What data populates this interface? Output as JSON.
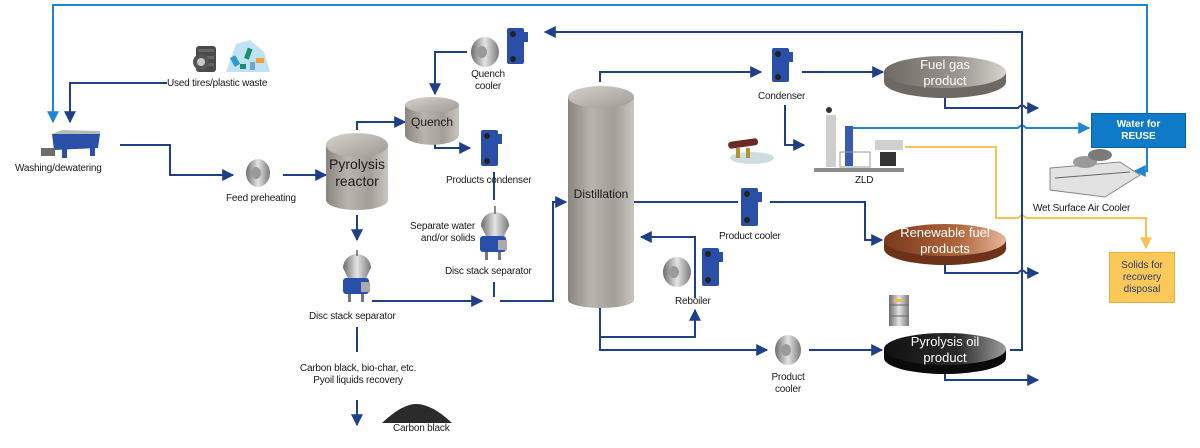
{
  "diagram": {
    "title": "Pyrolysis process flow",
    "colors": {
      "process_line": "#1f3f8a",
      "water_line": "#1f86d6",
      "solids_line": "#f5c454",
      "water_box": "#0f7ac8",
      "solids_box": "#fcc85a",
      "vessel": "#a8a39d",
      "fuel_gas_disk": "#8b8680",
      "renewable_disk": "#a35a33",
      "pyrolysis_oil_disk": "#1c1c1c",
      "equipment_blue": "#2a4fa8"
    },
    "nodes": {
      "feedstock": "Used tires/plastic waste",
      "washing": "Washing/dewatering",
      "feed_preheating": "Feed preheating",
      "pyrolysis_reactor": [
        "Pyrolysis",
        "reactor"
      ],
      "quench": "Quench",
      "quench_cooler": [
        "Quench",
        "cooler"
      ],
      "products_condenser": "Products condenser",
      "separate_water": [
        "Separate water",
        "and/or solids"
      ],
      "disc_stack_separator_2": "Disc stack separator",
      "disc_stack_separator_1": "Disc stack separator",
      "carbon_recovery": [
        "Carbon black, bio-char, etc.",
        "Pyoil liquids recovery"
      ],
      "carbon_black": "Carbon black",
      "distillation": "Distillation",
      "condenser": "Condenser",
      "product_cooler_1": "Product cooler",
      "reboiler": "Reboiler",
      "product_cooler_2": [
        "Product",
        "cooler"
      ],
      "zld": "ZLD",
      "fuel_gas": [
        "Fuel gas",
        "product"
      ],
      "renewable_fuel": [
        "Renewable fuel",
        "products"
      ],
      "pyrolysis_oil": [
        "Pyrolysis oil",
        "product"
      ],
      "water_reuse": [
        "Water for",
        "REUSE"
      ],
      "wet_surface_air_cooler": "Wet Surface Air Cooler",
      "solids": [
        "Solids for",
        "recovery",
        "disposal"
      ]
    },
    "icons": {
      "tires": "tire-stack-icon",
      "plastic": "plastic-waste-icon",
      "decanter": "decanter-centrifuge-icon",
      "spiral_hx": "spiral-heat-exchanger-icon",
      "plate_hx": "plate-heat-exchanger-icon",
      "separator": "disc-stack-separator-icon",
      "carbon_pile": "carbon-black-pile-icon",
      "spill": "oil-spill-pipes-icon",
      "zld_unit": "zld-unit-icon",
      "air_cooler": "wet-surface-air-cooler-icon",
      "oil_barrel": "oil-barrel-icon"
    }
  }
}
